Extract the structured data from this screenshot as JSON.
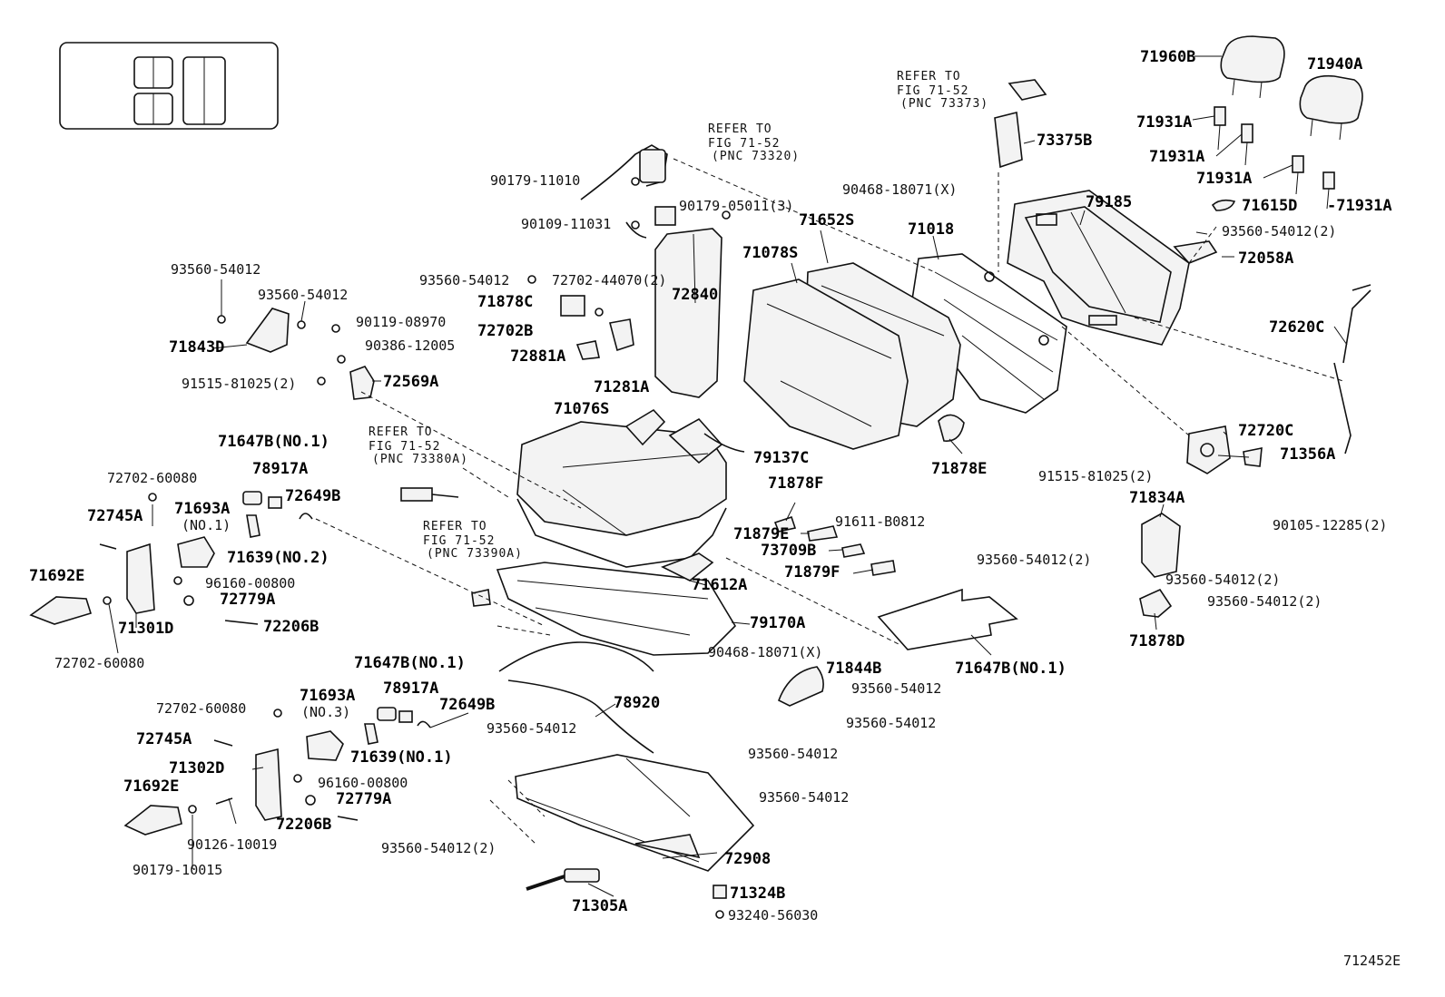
{
  "diagram_id": "712452E",
  "labels": [
    {
      "id": "71960B",
      "text": "71960B",
      "bold": true
    },
    {
      "id": "71940A",
      "text": "71940A",
      "bold": true
    },
    {
      "id": "71931A-1",
      "text": "71931A",
      "bold": true
    },
    {
      "id": "71931A-2",
      "text": "71931A",
      "bold": true
    },
    {
      "id": "71931A-3",
      "text": "71931A",
      "bold": true
    },
    {
      "id": "71931A-4",
      "text": "-71931A",
      "bold": true
    },
    {
      "id": "71615D",
      "text": "71615D",
      "bold": true
    },
    {
      "id": "93560-54012-2-top",
      "text": "93560-54012(2)",
      "bold": false
    },
    {
      "id": "72058A",
      "text": "72058A",
      "bold": true
    },
    {
      "id": "72620C",
      "text": "72620C",
      "bold": true
    },
    {
      "id": "73375B",
      "text": "73375B",
      "bold": true
    },
    {
      "id": "79185",
      "text": "79185",
      "bold": true
    },
    {
      "id": "90468-18071-x-top",
      "text": "90468-18071(X)",
      "bold": false
    },
    {
      "id": "71652S",
      "text": "71652S",
      "bold": true
    },
    {
      "id": "71018",
      "text": "71018",
      "bold": true
    },
    {
      "id": "71078S",
      "text": "71078S",
      "bold": true
    },
    {
      "id": "72840",
      "text": "72840",
      "bold": true
    },
    {
      "id": "90179-11010",
      "text": "90179-11010",
      "bold": false
    },
    {
      "id": "90179-05011-3",
      "text": "90179-05011(3)",
      "bold": false
    },
    {
      "id": "90109-11031",
      "text": "90109-11031",
      "bold": false
    },
    {
      "id": "93560-54012-mid",
      "text": "93560-54012",
      "bold": false
    },
    {
      "id": "72702-44070-2",
      "text": "72702-44070(2)",
      "bold": false
    },
    {
      "id": "71878C",
      "text": "71878C",
      "bold": true
    },
    {
      "id": "72702B",
      "text": "72702B",
      "bold": true
    },
    {
      "id": "72881A",
      "text": "72881A",
      "bold": true
    },
    {
      "id": "71281A",
      "text": "71281A",
      "bold": true
    },
    {
      "id": "93560-54012-left1",
      "text": "93560-54012",
      "bold": false
    },
    {
      "id": "93560-54012-left2",
      "text": "93560-54012",
      "bold": false
    },
    {
      "id": "90119-08970",
      "text": "90119-08970",
      "bold": false
    },
    {
      "id": "90386-12005",
      "text": "90386-12005",
      "bold": false
    },
    {
      "id": "71843D",
      "text": "71843D",
      "bold": true
    },
    {
      "id": "91515-81025-2-left",
      "text": "91515-81025(2)",
      "bold": false
    },
    {
      "id": "72569A",
      "text": "72569A",
      "bold": true
    },
    {
      "id": "71076S",
      "text": "71076S",
      "bold": true
    },
    {
      "id": "79137C",
      "text": "79137C",
      "bold": true
    },
    {
      "id": "72720C",
      "text": "72720C",
      "bold": true
    },
    {
      "id": "71356A",
      "text": "71356A",
      "bold": true
    },
    {
      "id": "71878E",
      "text": "71878E",
      "bold": true
    },
    {
      "id": "91515-81025-2-right",
      "text": "91515-81025(2)",
      "bold": false
    },
    {
      "id": "71834A",
      "text": "71834A",
      "bold": true
    },
    {
      "id": "90105-12285-2",
      "text": "90105-12285(2)",
      "bold": false
    },
    {
      "id": "93560-54012-2-r1",
      "text": "93560-54012(2)",
      "bold": false
    },
    {
      "id": "93560-54012-2-r2",
      "text": "93560-54012(2)",
      "bold": false
    },
    {
      "id": "93560-54012-2-r3",
      "text": "93560-54012(2)",
      "bold": false
    },
    {
      "id": "71878D",
      "text": "71878D",
      "bold": true
    },
    {
      "id": "71878F",
      "text": "71878F",
      "bold": true
    },
    {
      "id": "71879E",
      "text": "71879E",
      "bold": true
    },
    {
      "id": "91611-B0812",
      "text": "91611-B0812",
      "bold": false
    },
    {
      "id": "73709B",
      "text": "73709B",
      "bold": true
    },
    {
      "id": "71879F",
      "text": "71879F",
      "bold": true
    },
    {
      "id": "71647B-no1-top",
      "text": "71647B(NO.1)",
      "bold": true
    },
    {
      "id": "78917A-top",
      "text": "78917A",
      "bold": true
    },
    {
      "id": "72702-60080-a",
      "text": "72702-60080",
      "bold": false
    },
    {
      "id": "72649B-top",
      "text": "72649B",
      "bold": true
    },
    {
      "id": "71693A-top",
      "text": "71693A",
      "bold": true
    },
    {
      "id": "no1-sub",
      "text": "(NO.1)",
      "bold": false
    },
    {
      "id": "72745A-top",
      "text": "72745A",
      "bold": true
    },
    {
      "id": "71639-no2",
      "text": "71639(NO.2)",
      "bold": true
    },
    {
      "id": "71692E-top",
      "text": "71692E",
      "bold": true
    },
    {
      "id": "96160-00800-top",
      "text": "96160-00800",
      "bold": false
    },
    {
      "id": "72779A-top",
      "text": "72779A",
      "bold": true
    },
    {
      "id": "71301D",
      "text": "71301D",
      "bold": true
    },
    {
      "id": "72206B-top",
      "text": "72206B",
      "bold": true
    },
    {
      "id": "72702-60080-b",
      "text": "72702-60080",
      "bold": false
    },
    {
      "id": "71612A",
      "text": "71612A",
      "bold": true
    },
    {
      "id": "79170A",
      "text": "79170A",
      "bold": true
    },
    {
      "id": "90468-18071-x-mid",
      "text": "90468-18071(X)",
      "bold": false
    },
    {
      "id": "71844B",
      "text": "71844B",
      "bold": true
    },
    {
      "id": "71647B-no1-right",
      "text": "71647B(NO.1)",
      "bold": true
    },
    {
      "id": "93560-54012-c1",
      "text": "93560-54012",
      "bold": false
    },
    {
      "id": "93560-54012-c2",
      "text": "93560-54012",
      "bold": false
    },
    {
      "id": "78920",
      "text": "78920",
      "bold": true
    },
    {
      "id": "71647B-no1-bot",
      "text": "71647B(NO.1)",
      "bold": true
    },
    {
      "id": "78917A-bot",
      "text": "78917A",
      "bold": true
    },
    {
      "id": "72702-60080-c",
      "text": "72702-60080",
      "bold": false
    },
    {
      "id": "71693A-bot",
      "text": "71693A",
      "bold": true
    },
    {
      "id": "no3-sub",
      "text": "(NO.3)",
      "bold": false
    },
    {
      "id": "72649B-bot",
      "text": "72649B",
      "bold": true
    },
    {
      "id": "72745A-bot",
      "text": "72745A",
      "bold": true
    },
    {
      "id": "71639-no1",
      "text": "71639(NO.1)",
      "bold": true
    },
    {
      "id": "71302D",
      "text": "71302D",
      "bold": true
    },
    {
      "id": "96160-00800-bot",
      "text": "96160-00800",
      "bold": false
    },
    {
      "id": "71692E-bot",
      "text": "71692E",
      "bold": true
    },
    {
      "id": "72779A-bot",
      "text": "72779A",
      "bold": true
    },
    {
      "id": "72206B-bot",
      "text": "72206B",
      "bold": true
    },
    {
      "id": "90126-10019",
      "text": "90126-10019",
      "bold": false
    },
    {
      "id": "90179-10015",
      "text": "90179-10015",
      "bold": false
    },
    {
      "id": "93560-54012-b1",
      "text": "93560-54012",
      "bold": false
    },
    {
      "id": "93560-54012-b2",
      "text": "93560-54012",
      "bold": false
    },
    {
      "id": "93560-54012-b3",
      "text": "93560-54012",
      "bold": false
    },
    {
      "id": "93560-54012-2-b4",
      "text": "93560-54012(2)",
      "bold": false
    },
    {
      "id": "72908",
      "text": "72908",
      "bold": true
    },
    {
      "id": "71324B",
      "text": "71324B",
      "bold": true
    },
    {
      "id": "93240-56030",
      "text": "93240-56030",
      "bold": false
    },
    {
      "id": "71305A",
      "text": "71305A",
      "bold": true
    }
  ],
  "references": [
    {
      "id": "ref-73373",
      "lines": [
        "REFER TO",
        "FIG 71-52",
        "(PNC 73373)"
      ]
    },
    {
      "id": "ref-73320",
      "lines": [
        "REFER TO",
        "FIG 71-52",
        "(PNC 73320)"
      ]
    },
    {
      "id": "ref-73380A",
      "lines": [
        "REFER TO",
        "FIG 71-52",
        "(PNC 73380A)"
      ]
    },
    {
      "id": "ref-73390A",
      "lines": [
        "REFER TO",
        "FIG 71-52",
        "(PNC 73390A)"
      ]
    }
  ]
}
